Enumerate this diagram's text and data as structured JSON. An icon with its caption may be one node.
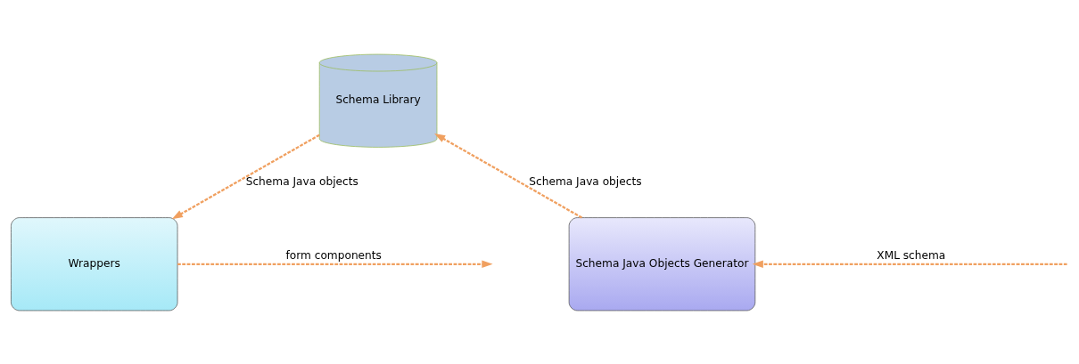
{
  "diagram": {
    "nodes": [
      {
        "text": [
          "Schema Library"
        ]
      },
      {
        "text": [
          "Wrappers"
        ]
      },
      {
        "text": [
          "Schema Java Objects Generator"
        ]
      }
    ],
    "edges": [
      {
        "from": 0,
        "to": 1,
        "arrow": "to",
        "label": "Schema Java objects",
        "style": "dashed"
      },
      {
        "from": 2,
        "to": 0,
        "arrow": "to",
        "label": "Schema Java objects",
        "style": "dashed"
      },
      {
        "from": 1,
        "to": null,
        "arrow": "to",
        "label": "form components",
        "style": "dashed"
      },
      {
        "from": null,
        "to": 2,
        "arrow": "to",
        "label": "XML schema",
        "style": "dashed"
      }
    ]
  }
}
